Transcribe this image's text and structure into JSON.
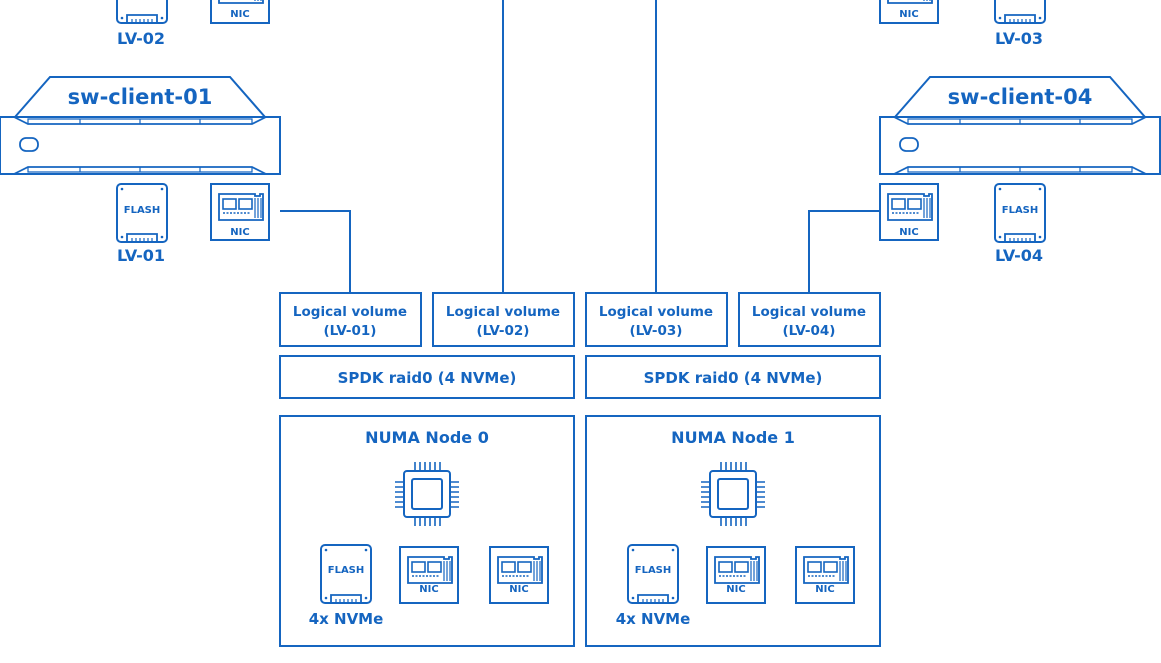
{
  "colors": {
    "primary": "#1565c0",
    "background": "#ffffff"
  },
  "servers": [
    {
      "name": "sw-client-01",
      "disk_label": "LV-01"
    },
    {
      "name": "sw-client-04",
      "disk_label": "LV-04"
    }
  ],
  "top_disk_labels": {
    "left": "LV-02",
    "right": "LV-03"
  },
  "device_text": {
    "flash": "FLASH",
    "nic": "NIC"
  },
  "logical_volumes": [
    {
      "line1": "Logical volume",
      "line2": "(LV-01)"
    },
    {
      "line1": "Logical volume",
      "line2": "(LV-02)"
    },
    {
      "line1": "Logical volume",
      "line2": "(LV-03)"
    },
    {
      "line1": "Logical volume",
      "line2": "(LV-04)"
    }
  ],
  "raid": [
    {
      "label": "SPDK raid0 (4 NVMe)"
    },
    {
      "label": "SPDK raid0 (4 NVMe)"
    }
  ],
  "numa_nodes": [
    {
      "title": "NUMA Node 0",
      "nvme_label": "4x NVMe"
    },
    {
      "title": "NUMA Node 1",
      "nvme_label": "4x NVMe"
    }
  ]
}
